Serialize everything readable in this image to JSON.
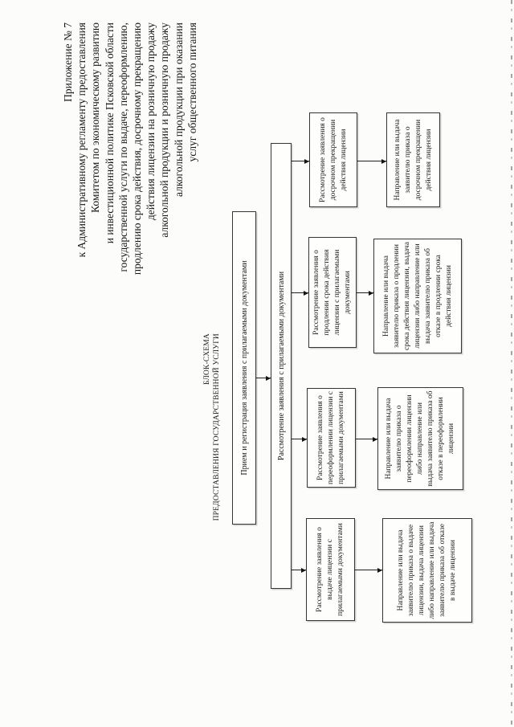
{
  "document": {
    "appendix_header": {
      "lines": [
        "Приложение № 7",
        "к Административному регламенту предоставления",
        "Комитетом по экономическому развитию",
        "и инвестиционной политике Псковской области",
        "государственной услуги по выдаче, переоформлению,",
        "продлению срока действия, досрочному прекращению",
        "действия лицензии на розничную продажу",
        "алкогольной продукции и розничную продажу",
        "алкогольной продукции при оказании",
        "услуг общественного питания"
      ]
    },
    "title": {
      "line1": "БЛОК-СХЕМА",
      "line2": "ПРЕДОСТАВЛЕНИЯ ГОСУДАРСТВЕННОЙ УСЛУГИ"
    },
    "flowchart": {
      "intake": "Прием и регистрация заявления с прилагаемыми документами",
      "review_all": "Рассмотрение заявления с прилагаемыми документами",
      "branches": [
        {
          "id": "license-issue",
          "review": "Рассмотрение заявления о выдаче лицензии с прилагаемыми документами",
          "outcome": "Направление или выдача заявителю приказа о выдаче лицензии, выдача лицензии либо направление или выдача заявителю приказа об отказе в выдаче лицензии"
        },
        {
          "id": "license-reissue",
          "review": "Рассмотрение заявления о переоформлении лицензии с прилагаемыми документами",
          "outcome": "Направление или выдача заявителю приказа о переоформлении лицензии либо направление или выдача заявителю приказа об отказе в переоформлении лицензии"
        },
        {
          "id": "license-extension",
          "review": "Рассмотрение заявления о продлении срока действия лицензии с прилагаемыми документами",
          "outcome": "Направление или выдача заявителю приказа о продлении срока действия лицензии, выдача лицензии либо направление или выдача заявителю приказа об отказе в продлении срока действия лицензии"
        },
        {
          "id": "early-termination",
          "review": "Рассмотрение заявления о досрочном прекращении действия лицензии",
          "outcome": "Направление или выдача заявителю приказа о досрочном прекращении действия лицензии"
        }
      ]
    },
    "colors": {
      "paper": "#fcfcfb",
      "ink": "#1d1d1d",
      "box_border": "#343434",
      "edge_artifact": "#a9a9a9"
    }
  }
}
